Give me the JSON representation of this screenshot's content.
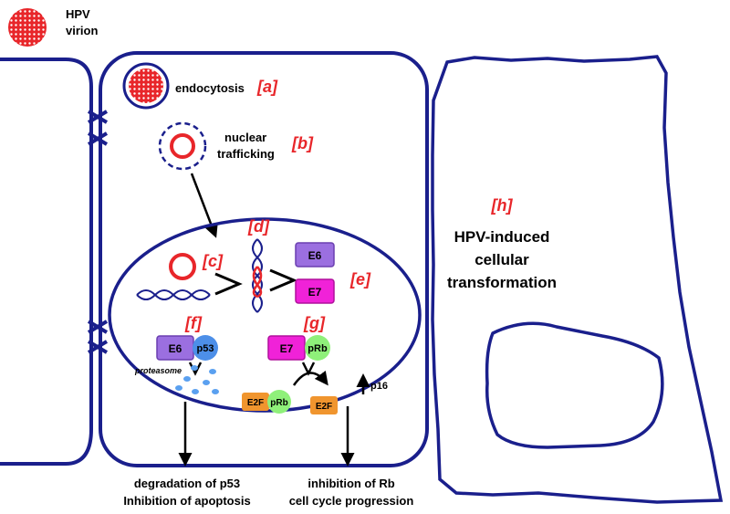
{
  "virion_label": [
    "HPV",
    "virion"
  ],
  "steps": {
    "a": {
      "tag": "[a]",
      "text": "endocytosis"
    },
    "b": {
      "tag": "[b]",
      "text_lines": [
        "nuclear",
        "trafficking"
      ]
    },
    "c": {
      "tag": "[c]"
    },
    "d": {
      "tag": "[d]"
    },
    "e": {
      "tag": "[e]"
    },
    "f": {
      "tag": "[f]"
    },
    "g": {
      "tag": "[g]"
    },
    "h": {
      "tag": "[h]",
      "text_lines": [
        "HPV-induced",
        "cellular",
        "transformation"
      ]
    }
  },
  "proteins": {
    "e6": "E6",
    "e7": "E7",
    "p53": "p53",
    "prb": "pRb",
    "e2f": "E2F",
    "p16": "p16",
    "proteasome": "proteasome"
  },
  "outcomes": {
    "p53_lines": [
      "degradation of p53",
      "Inhibition of apoptosis"
    ],
    "rb_lines": [
      "inhibition of Rb",
      "cell cycle progression"
    ]
  },
  "colors": {
    "membrane": "#1a1f8c",
    "virion": "#e8262a",
    "tag": "#e8262a",
    "e6": "#9b6fe0",
    "e7": "#f022d8",
    "p53": "#4d8fe8",
    "prb": "#8ff07a",
    "e2f": "#f0952e",
    "fragments": "#5aa0f0"
  }
}
